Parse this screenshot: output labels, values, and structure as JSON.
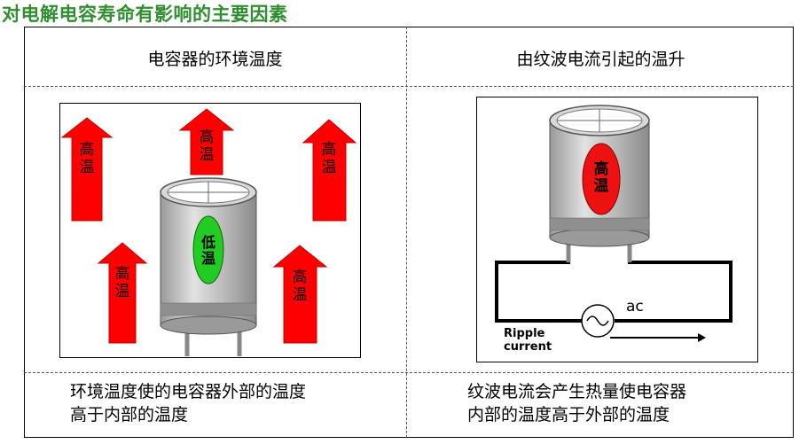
{
  "title": "对电解电容寿命有影响的主要因素",
  "left": {
    "header": "电容器的环境温度",
    "arrow_label": [
      "高",
      "温"
    ],
    "capacitor_label": [
      "低",
      "温"
    ],
    "caption_lines": [
      "环境温度使的电容器外部的温度",
      "高于内部的温度"
    ]
  },
  "right": {
    "header": "由纹波电流引起的温升",
    "capacitor_label": [
      "高",
      "温"
    ],
    "source_label": "ac",
    "ripple_label": [
      "Ripple",
      "current"
    ],
    "caption_lines": [
      "纹波电流会产生热量使电容器",
      "内部的温度高于外部的温度"
    ]
  },
  "colors": {
    "title": "#2f8f2f",
    "arrow": "#ff0000",
    "capacitor_body": "#a8a8a8",
    "low_temp_spot": "#22cc22",
    "high_temp_spot": "#ee1111"
  }
}
